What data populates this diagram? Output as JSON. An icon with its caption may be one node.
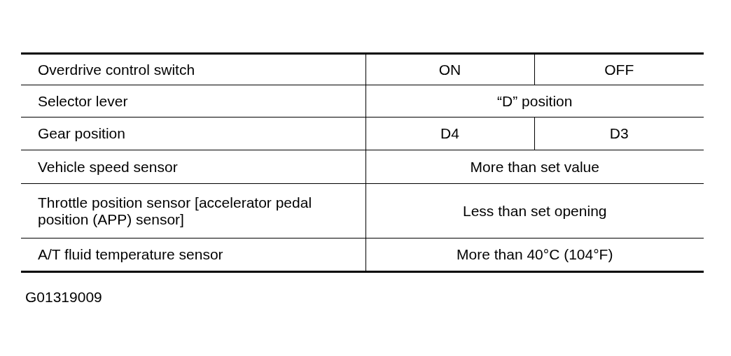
{
  "diagram": {
    "labels": [
      "Overdrive control switch",
      "ON",
      "OFF",
      "Selector lever",
      "“D” position",
      "Gear position",
      "D4",
      "D3",
      "Vehicle speed sensor",
      "More than set value",
      "Throttle position sensor [accelerator pedal position (APP) sensor]",
      "Less than set opening",
      "A/T fluid temperature sensor",
      "More than 40°C (104°F)",
      "G01319009"
    ]
  }
}
